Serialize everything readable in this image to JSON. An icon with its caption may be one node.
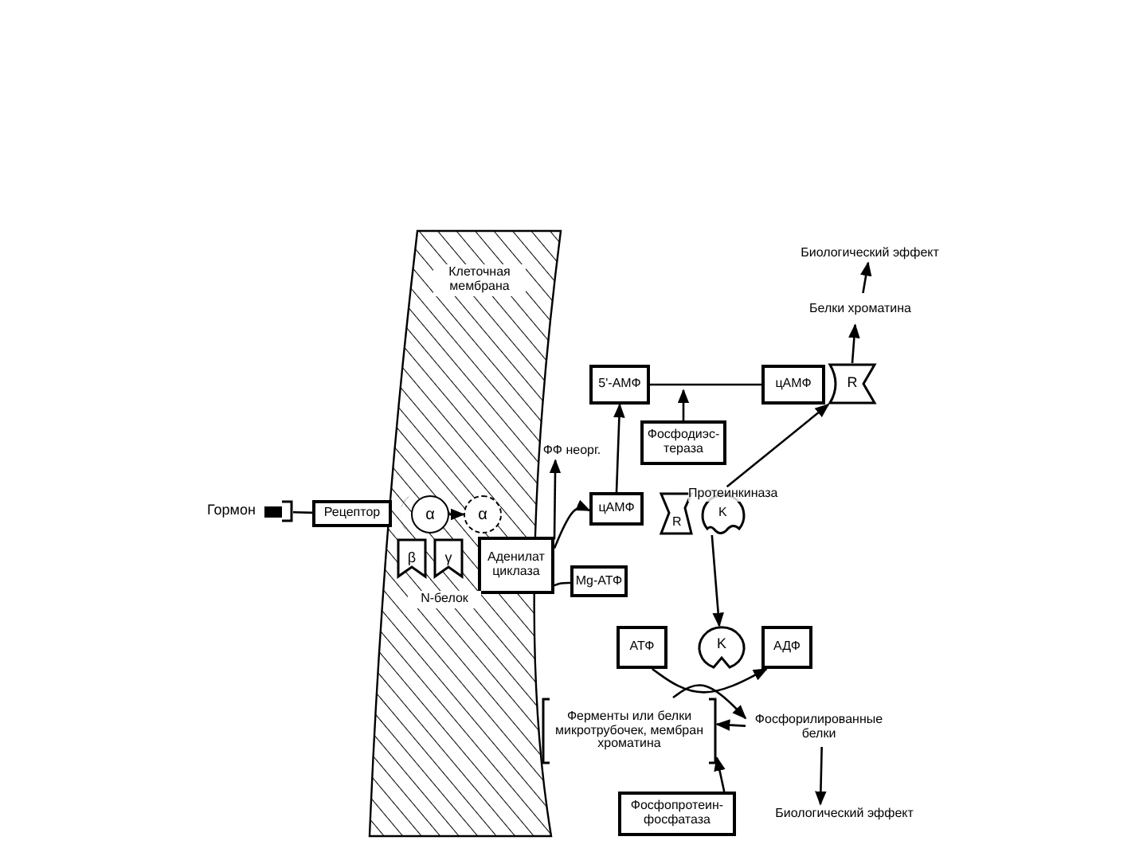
{
  "diagram": {
    "nodes": [
      {
        "text": [
          "Гормон"
        ]
      },
      {
        "text": [
          "Рецептор"
        ]
      },
      {
        "text": [
          "α"
        ]
      },
      {
        "text": [
          "α"
        ]
      },
      {
        "text": [
          "β"
        ]
      },
      {
        "text": [
          "γ"
        ]
      },
      {
        "text": [
          "Аденилат циклаза"
        ]
      },
      {
        "text": [
          "Mg-АТФ"
        ]
      },
      {
        "text": [
          "цАМФ"
        ]
      },
      {
        "text": [
          "ФФ неорг."
        ]
      },
      {
        "text": [
          "5'-АМФ"
        ]
      },
      {
        "text": [
          "Фосфодиэс- тераза"
        ]
      },
      {
        "text": [
          "цАМФ"
        ]
      },
      {
        "text": [
          "R"
        ]
      },
      {
        "text": [
          "Белки хроматина"
        ]
      },
      {
        "text": [
          "Биологический эффект"
        ]
      },
      {
        "text": [
          "Протеинкиназа",
          "R",
          "K"
        ]
      },
      {
        "text": [
          "АТФ"
        ]
      },
      {
        "text": [
          "K"
        ]
      },
      {
        "text": [
          "АДФ"
        ]
      },
      {
        "text": [
          "Ферменты или белки микротрубочек, мембран хроматина"
        ]
      },
      {
        "text": [
          "Фосфорилированные белки"
        ]
      },
      {
        "text": [
          "Биологический эффект"
        ]
      },
      {
        "text": [
          "Фосфопротеин- фосфатаза"
        ]
      }
    ],
    "edges": [
      {
        "from": 0,
        "to": 1,
        "arrow": "none"
      },
      {
        "from": 2,
        "to": 3,
        "arrow": "to"
      },
      {
        "from": 6,
        "to": 8,
        "arrow": "to"
      },
      {
        "from": 6,
        "to": 9,
        "arrow": "to"
      },
      {
        "from": 6,
        "to": 7,
        "arrow": "none"
      },
      {
        "from": 8,
        "to": 10,
        "arrow": "to"
      },
      {
        "from": 10,
        "to": 12,
        "arrow": "none"
      },
      {
        "from": 11,
        "to": null,
        "arrow": "to"
      },
      {
        "from": 16,
        "to": 13,
        "arrow": "to"
      },
      {
        "from": 13,
        "to": 14,
        "arrow": "to"
      },
      {
        "from": 14,
        "to": 15,
        "arrow": "to"
      },
      {
        "from": 16,
        "to": 18,
        "arrow": "to"
      },
      {
        "from": 17,
        "to": 19,
        "arrow": "to"
      },
      {
        "from": 20,
        "to": 21,
        "arrow": "to"
      },
      {
        "from": 21,
        "to": 20,
        "arrow": "to"
      },
      {
        "from": 21,
        "to": 22,
        "arrow": "to"
      },
      {
        "from": 23,
        "to": 20,
        "arrow": "to"
      }
    ],
    "labels": [
      "Клеточная мембрана",
      "N-белок"
    ]
  }
}
